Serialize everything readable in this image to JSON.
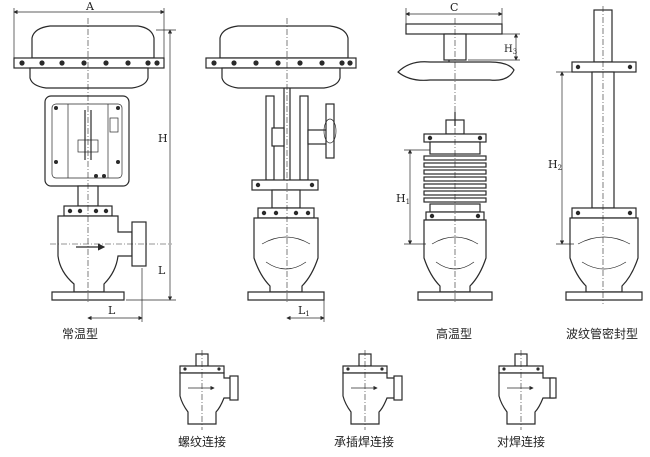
{
  "dimensions": {
    "A": "A",
    "H": "H",
    "L": "L",
    "L1": "L",
    "L1_sub": "1",
    "C": "C",
    "H1": "H",
    "H1_sub": "1",
    "H2": "H",
    "H2_sub": "2",
    "H3": "H",
    "H3_sub": "3"
  },
  "captions": {
    "normal_temp": "常温型",
    "high_temp": "高温型",
    "bellows_seal": "波纹管密封型",
    "threaded": "螺纹连接",
    "socket_weld": "承插焊连接",
    "butt_weld": "对焊连接"
  }
}
